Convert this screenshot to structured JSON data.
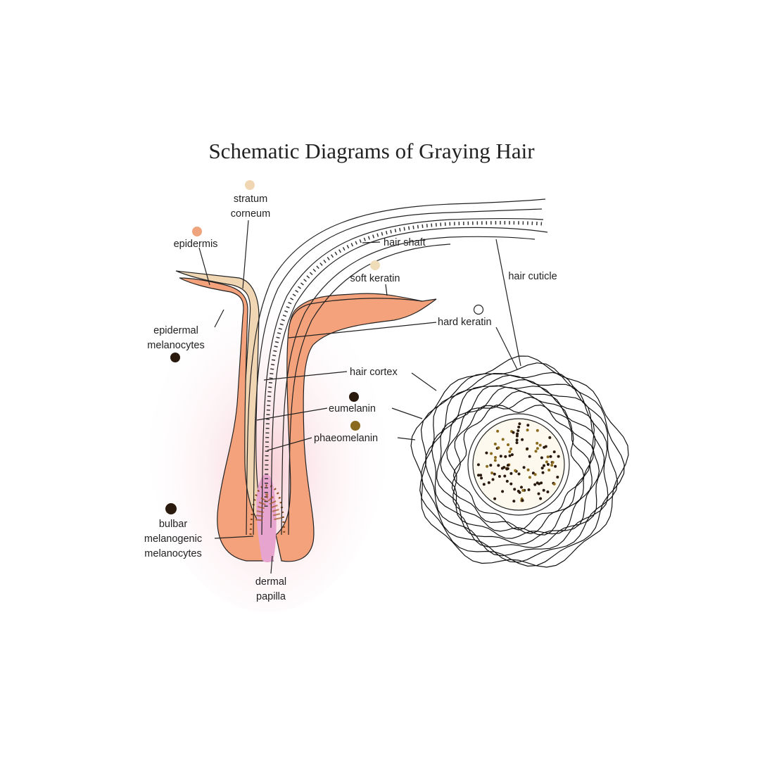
{
  "title": "Schematic Diagrams of Graying Hair",
  "labels": {
    "stratum_corneum": [
      "stratum",
      "corneum"
    ],
    "epidermis": "epidermis",
    "hair_shaft": "hair shaft",
    "soft_keratin": "soft keratin",
    "hair_cuticle": "hair cuticle",
    "hard_keratin": "hard keratin",
    "epidermal_melanocytes": [
      "epidermal",
      "melanocytes"
    ],
    "hair_cortex": "hair cortex",
    "eumelanin": "eumelanin",
    "phaeomelanin": "phaeomelanin",
    "bulbar_melanogenic_melanocytes": [
      "bulbar",
      "melanogenic",
      "melanocytes"
    ],
    "dermal_papilla": [
      "dermal",
      "papilla"
    ]
  },
  "colors": {
    "epidermis": "#f4a27c",
    "stratum_corneum": "#f1d6b4",
    "soft_keratin": "#efdcb8",
    "eumelanin": "#2a1a0e",
    "phaeomelanin": "#8a6a1e",
    "dermal_papilla": "#e7a4cf",
    "glow": "#f9d6dc"
  }
}
